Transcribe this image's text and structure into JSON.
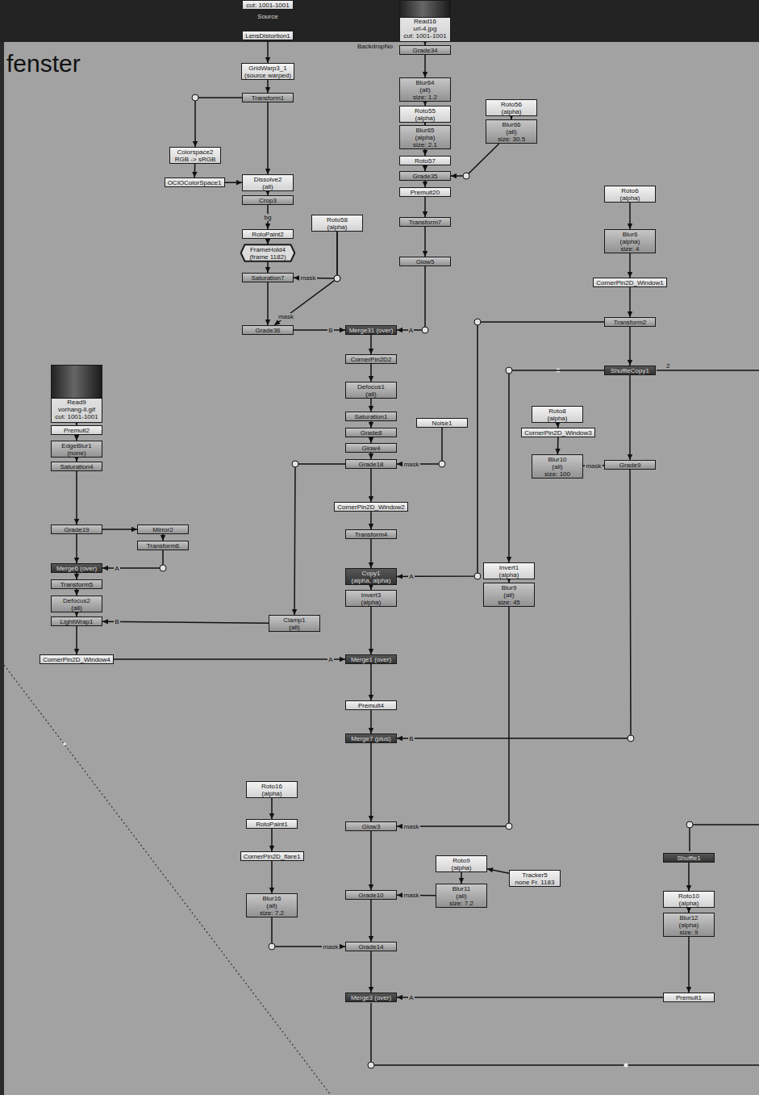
{
  "diagram": {
    "title": "fenster",
    "nodes": [
      {
        "text": [
          "cut: 1001-1001",
          "Source"
        ]
      },
      {
        "text": [
          "LensDistortion1"
        ]
      },
      {
        "text": [
          "Read16",
          "url-4.jpg",
          "cut: 1001-1001"
        ]
      },
      {
        "text": [
          "Grade34"
        ]
      },
      {
        "text": [
          "GridWarp3_1",
          "(source warped)"
        ]
      },
      {
        "text": [
          "Blur64",
          "(all)",
          "size: 1.2"
        ]
      },
      {
        "text": [
          "Transform1"
        ]
      },
      {
        "text": [
          "Roto56",
          "(alpha)"
        ]
      },
      {
        "text": [
          "Roto55",
          "(alpha)"
        ]
      },
      {
        "text": [
          "Blur66",
          "(all)",
          "size: 30.5"
        ]
      },
      {
        "text": [
          "Blur65",
          "(alpha)",
          "size: 2.1"
        ]
      },
      {
        "text": [
          "Colorspace2",
          "RGB -> sRGB"
        ]
      },
      {
        "text": [
          "Roto57"
        ]
      },
      {
        "text": [
          "Grade35"
        ]
      },
      {
        "text": [
          "Dissolve2",
          "(all)"
        ]
      },
      {
        "text": [
          "OCIOColorSpace1"
        ]
      },
      {
        "text": [
          "Roto6",
          "(alpha)"
        ]
      },
      {
        "text": [
          "Premult20"
        ]
      },
      {
        "text": [
          "Crop3"
        ]
      },
      {
        "text": [
          "Roto58",
          "(alpha)"
        ]
      },
      {
        "text": [
          "Transform7"
        ]
      },
      {
        "text": [
          "Blur6",
          "(alpha)",
          "size: 4"
        ]
      },
      {
        "text": [
          "RotoPaint2"
        ]
      },
      {
        "text": [
          "FrameHold4",
          "(frame 1182)"
        ]
      },
      {
        "text": [
          "Glow5"
        ]
      },
      {
        "text": [
          "Saturation7"
        ]
      },
      {
        "text": [
          "CornerPin2D_Window1"
        ]
      },
      {
        "text": [
          "Transform2"
        ]
      },
      {
        "text": [
          "Grade36"
        ]
      },
      {
        "text": [
          "Merge31 (over)"
        ]
      },
      {
        "text": [
          "CornerPin2D2"
        ]
      },
      {
        "text": [
          "ShuffleCopy1"
        ]
      },
      {
        "text": [
          "Read9",
          "vorhang-li.gif",
          "cut: 1001-1001"
        ]
      },
      {
        "text": [
          "Defocus1",
          "(all)"
        ]
      },
      {
        "text": [
          "Roto8",
          "(alpha)"
        ]
      },
      {
        "text": [
          "Saturation1"
        ]
      },
      {
        "text": [
          "Noise1"
        ]
      },
      {
        "text": [
          "Premult2"
        ]
      },
      {
        "text": [
          "Grade8"
        ]
      },
      {
        "text": [
          "CornerPin2D_Window3"
        ]
      },
      {
        "text": [
          "EdgeBlur1",
          "(none)"
        ]
      },
      {
        "text": [
          "Glow4"
        ]
      },
      {
        "text": [
          "Blur10",
          "(all)",
          "size: 100"
        ]
      },
      {
        "text": [
          "Grade18"
        ]
      },
      {
        "text": [
          "Grade9"
        ]
      },
      {
        "text": [
          "Saturation4"
        ]
      },
      {
        "text": [
          "CornerPin2D_Window2"
        ]
      },
      {
        "text": [
          "Grade19"
        ]
      },
      {
        "text": [
          "Mirror2"
        ]
      },
      {
        "text": [
          "Transform4"
        ]
      },
      {
        "text": [
          "Transform6"
        ]
      },
      {
        "text": [
          "Invert1",
          "(alpha)"
        ]
      },
      {
        "text": [
          "Merge6 (over)"
        ]
      },
      {
        "text": [
          "Copy1",
          "(alpha, alpha)"
        ]
      },
      {
        "text": [
          "Transform5"
        ]
      },
      {
        "text": [
          "Blur9",
          "(all)",
          "size: 45"
        ]
      },
      {
        "text": [
          "Invert3",
          "(alpha)"
        ]
      },
      {
        "text": [
          "Defocus2",
          "(all)"
        ]
      },
      {
        "text": [
          "Clamp1",
          "(all)"
        ]
      },
      {
        "text": [
          "LightWrap1"
        ]
      },
      {
        "text": [
          "CornerPin2D_Window4"
        ]
      },
      {
        "text": [
          "Merge1 (over)"
        ]
      },
      {
        "text": [
          "Premult4"
        ]
      },
      {
        "text": [
          "Merge7 (plus)"
        ]
      },
      {
        "text": [
          "Roto16",
          "(alpha)"
        ]
      },
      {
        "text": [
          "RotoPaint1"
        ]
      },
      {
        "text": [
          "Glow3"
        ]
      },
      {
        "text": [
          "CornerPin2D_flare1"
        ]
      },
      {
        "text": [
          "Shuffle1"
        ]
      },
      {
        "text": [
          "Roto9",
          "(alpha)"
        ]
      },
      {
        "text": [
          "Tracker5",
          "none Fr. 1183"
        ]
      },
      {
        "text": [
          "Blur11",
          "(all)",
          "size: 7.2"
        ]
      },
      {
        "text": [
          "Grade10"
        ]
      },
      {
        "text": [
          "Roto10",
          "(alpha)"
        ]
      },
      {
        "text": [
          "Blur16",
          "(all)",
          "size: 7.2"
        ]
      },
      {
        "text": [
          "Blur12",
          "(alpha)",
          "size: 9"
        ]
      },
      {
        "text": [
          "Grade14"
        ]
      },
      {
        "text": [
          "Premult1"
        ]
      },
      {
        "text": [
          "Merge3 (over)"
        ]
      }
    ],
    "edges": [
      {
        "from": 1,
        "to": 4,
        "arrow": "to"
      },
      {
        "from": 4,
        "to": 6,
        "arrow": "to"
      },
      {
        "from": 6,
        "to": 14,
        "arrow": "to"
      },
      {
        "from": 6,
        "to": 11,
        "arrow": "to"
      },
      {
        "from": 11,
        "to": 15,
        "arrow": "to"
      },
      {
        "from": 15,
        "to": 14,
        "arrow": "to"
      },
      {
        "from": 14,
        "to": 18,
        "arrow": "to"
      },
      {
        "from": 18,
        "to": 22,
        "label": "bg",
        "arrow": "to"
      },
      {
        "from": 22,
        "to": 23,
        "arrow": "to"
      },
      {
        "from": 23,
        "to": 25,
        "arrow": "to"
      },
      {
        "from": 25,
        "to": 28,
        "arrow": "to"
      },
      {
        "from": 19,
        "to": 25,
        "label": "mask",
        "arrow": "to"
      },
      {
        "from": 19,
        "to": 28,
        "label": "mask",
        "arrow": "to"
      },
      {
        "from": 28,
        "to": 29,
        "label": "B",
        "arrow": "to"
      },
      {
        "from": 2,
        "to": 3,
        "arrow": "to"
      },
      {
        "from": 3,
        "to": 5,
        "arrow": "to"
      },
      {
        "from": 5,
        "to": 8,
        "arrow": "to"
      },
      {
        "from": 8,
        "to": 10,
        "arrow": "to"
      },
      {
        "from": 10,
        "to": 12,
        "arrow": "to"
      },
      {
        "from": 7,
        "to": 9,
        "arrow": "to"
      },
      {
        "from": 9,
        "to": 13,
        "arrow": "to"
      },
      {
        "from": 12,
        "to": 13,
        "arrow": "to"
      },
      {
        "from": 13,
        "to": 17,
        "arrow": "to"
      },
      {
        "from": 17,
        "to": 20,
        "arrow": "to"
      },
      {
        "from": 20,
        "to": 24,
        "arrow": "to"
      },
      {
        "from": 24,
        "to": 29,
        "label": "A",
        "arrow": "to"
      },
      {
        "from": 29,
        "to": 30,
        "arrow": "to"
      },
      {
        "from": 30,
        "to": 33,
        "arrow": "to"
      },
      {
        "from": 33,
        "to": 35,
        "arrow": "to"
      },
      {
        "from": 35,
        "to": 38,
        "arrow": "to"
      },
      {
        "from": 38,
        "to": 41,
        "arrow": "to"
      },
      {
        "from": 41,
        "to": 43,
        "arrow": "to"
      },
      {
        "from": 36,
        "to": 43,
        "label": "mask",
        "arrow": "to"
      },
      {
        "from": 43,
        "to": 46,
        "arrow": "to"
      },
      {
        "from": 46,
        "to": 49,
        "arrow": "to"
      },
      {
        "from": 49,
        "to": 53,
        "arrow": "to"
      },
      {
        "from": 53,
        "to": 56,
        "arrow": "to"
      },
      {
        "from": 56,
        "to": 61,
        "arrow": "to"
      },
      {
        "from": 43,
        "to": 58,
        "arrow": "to"
      },
      {
        "from": 58,
        "to": 59,
        "label": "B",
        "arrow": "to"
      },
      {
        "from": 27,
        "to": 53,
        "label": "A",
        "arrow": "to"
      },
      {
        "from": 16,
        "to": 21,
        "arrow": "to"
      },
      {
        "from": 21,
        "to": 26,
        "arrow": "to"
      },
      {
        "from": 26,
        "to": 27,
        "arrow": "to"
      },
      {
        "from": 27,
        "to": 31,
        "arrow": "to"
      },
      {
        "from": 31,
        "to": 44,
        "arrow": "to"
      },
      {
        "from": 34,
        "to": 39,
        "arrow": "to"
      },
      {
        "from": 39,
        "to": 42,
        "arrow": "to"
      },
      {
        "from": 42,
        "to": 44,
        "label": "mask",
        "arrow": "to"
      },
      {
        "from": 31,
        "to": 51,
        "arrow": "to"
      },
      {
        "from": 51,
        "to": 55,
        "arrow": "to"
      },
      {
        "from": 55,
        "to": 66,
        "label": "mask",
        "arrow": "to"
      },
      {
        "from": 44,
        "to": 63,
        "label": "B",
        "arrow": "to"
      },
      {
        "from": 32,
        "to": 37,
        "arrow": "to"
      },
      {
        "from": 37,
        "to": 40,
        "arrow": "to"
      },
      {
        "from": 40,
        "to": 45,
        "arrow": "to"
      },
      {
        "from": 45,
        "to": 47,
        "arrow": "to"
      },
      {
        "from": 47,
        "to": 48,
        "arrow": "to"
      },
      {
        "from": 48,
        "to": 50,
        "arrow": "to"
      },
      {
        "from": 50,
        "to": 52,
        "label": "A",
        "arrow": "to"
      },
      {
        "from": 47,
        "to": 52,
        "arrow": "to"
      },
      {
        "from": 52,
        "to": 54,
        "arrow": "to"
      },
      {
        "from": 54,
        "to": 57,
        "arrow": "to"
      },
      {
        "from": 57,
        "to": 59,
        "arrow": "to"
      },
      {
        "from": 59,
        "to": 60,
        "arrow": "to"
      },
      {
        "from": 60,
        "to": 61,
        "label": "A",
        "arrow": "to"
      },
      {
        "from": 61,
        "to": 62,
        "arrow": "to"
      },
      {
        "from": 62,
        "to": 63,
        "arrow": "to"
      },
      {
        "from": 63,
        "to": 66,
        "arrow": "to"
      },
      {
        "from": 66,
        "to": 72,
        "arrow": "to"
      },
      {
        "from": 72,
        "to": 76,
        "arrow": "to"
      },
      {
        "from": 76,
        "to": 78,
        "arrow": "to"
      },
      {
        "from": 70,
        "to": 69,
        "arrow": "to"
      },
      {
        "from": 69,
        "to": 71,
        "arrow": "to"
      },
      {
        "from": 71,
        "to": 72,
        "label": "mask",
        "arrow": "to"
      },
      {
        "from": 64,
        "to": 65,
        "arrow": "to"
      },
      {
        "from": 65,
        "to": 67,
        "arrow": "to"
      },
      {
        "from": 67,
        "to": 74,
        "arrow": "to"
      },
      {
        "from": 74,
        "to": 76,
        "label": "mask",
        "arrow": "to"
      },
      {
        "from": 68,
        "to": 73,
        "arrow": "to"
      },
      {
        "from": 73,
        "to": 75,
        "arrow": "to"
      },
      {
        "from": 75,
        "to": 77,
        "arrow": "to"
      },
      {
        "from": 77,
        "to": 78,
        "label": "A",
        "arrow": "to"
      }
    ],
    "labels": [
      "BackdropNo",
      "2"
    ]
  }
}
